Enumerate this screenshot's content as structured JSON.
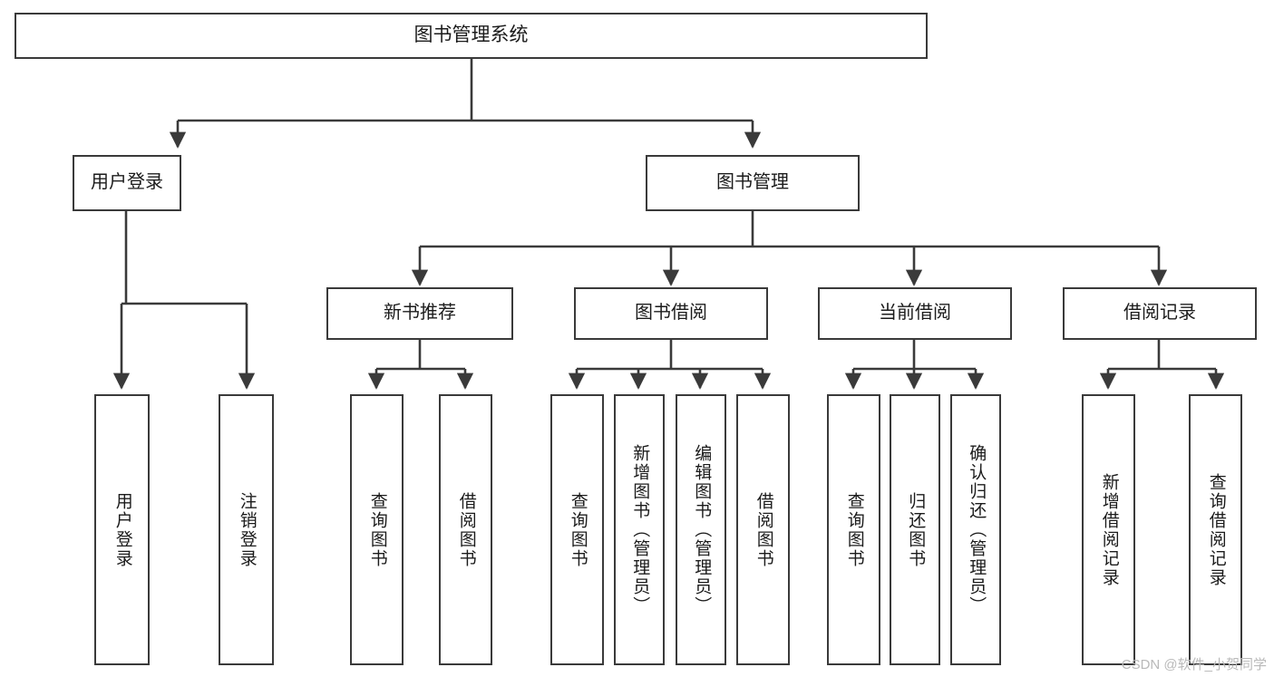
{
  "diagram": {
    "title": "图书管理系统",
    "type": "tree",
    "root": {
      "label": "图书管理系统"
    },
    "level1": [
      {
        "label": "用户登录"
      },
      {
        "label": "图书管理"
      }
    ],
    "level2": [
      {
        "label": "新书推荐"
      },
      {
        "label": "图书借阅"
      },
      {
        "label": "当前借阅"
      },
      {
        "label": "借阅记录"
      }
    ],
    "leaves": {
      "user_login": [
        {
          "label": "用户登录"
        },
        {
          "label": "注销登录"
        }
      ],
      "new_book_recommend": [
        {
          "label": "查询图书"
        },
        {
          "label": "借阅图书"
        }
      ],
      "book_borrow": [
        {
          "label": "查询图书"
        },
        {
          "label": "新增图书（管理员）"
        },
        {
          "label": "编辑图书（管理员）"
        },
        {
          "label": "借阅图书"
        }
      ],
      "current_borrow": [
        {
          "label": "查询图书"
        },
        {
          "label": "归还图书"
        },
        {
          "label": "确认归还（管理员）"
        }
      ],
      "borrow_record": [
        {
          "label": "新增借阅记录"
        },
        {
          "label": "查询借阅记录"
        }
      ]
    },
    "watermark": "CSDN @软件_小贺同学",
    "colors": {
      "stroke": "#3a3a3a",
      "fill": "#ffffff",
      "text": "#1b1b1b",
      "watermark": "#b9b9b9"
    }
  }
}
